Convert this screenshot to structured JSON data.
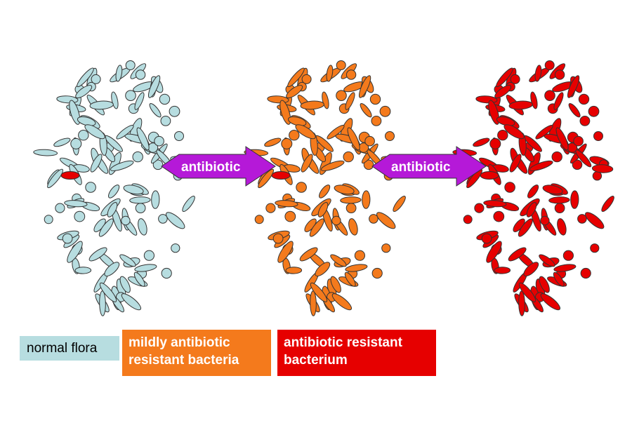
{
  "colors": {
    "normal_flora": "#b7dde0",
    "mildly_resistant": "#f47a1c",
    "resistant": "#e60000",
    "arrow": "#b519d8",
    "outline": "#333333"
  },
  "arrows": [
    {
      "label": "antibiotic",
      "icon": "right-arrow-icon"
    },
    {
      "label": "antibiotic",
      "icon": "right-arrow-icon"
    }
  ],
  "populations": [
    {
      "name": "normal-flora-population",
      "fill_key": "normal_flora",
      "highlighted_cell_fill_key": "resistant"
    },
    {
      "name": "mildly-resistant-population",
      "fill_key": "mildly_resistant",
      "highlighted_cell_fill_key": "resistant"
    },
    {
      "name": "resistant-population",
      "fill_key": "resistant",
      "highlighted_cell_fill_key": "resistant"
    }
  ],
  "legend": {
    "normal_flora": "normal flora",
    "mildly_resistant": "mildly antibiotic\nresistant bacteria",
    "resistant": "antibiotic resistant\nbacterium"
  }
}
